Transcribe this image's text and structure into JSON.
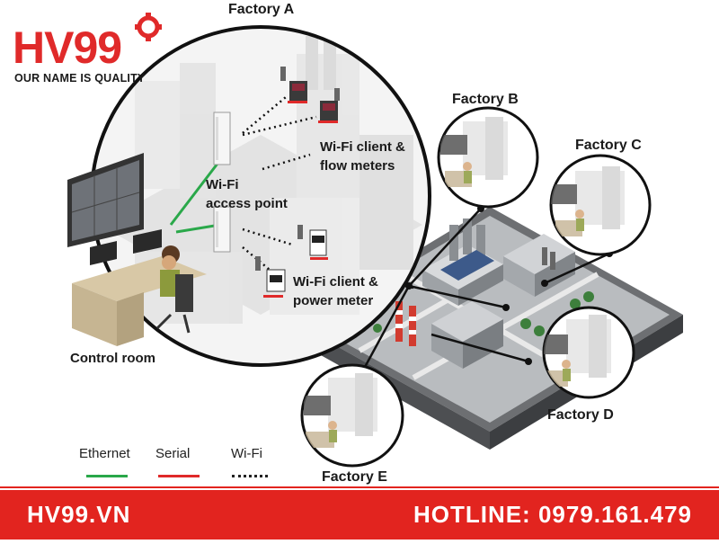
{
  "brand": {
    "logo_text": "HV99",
    "slogan": "OUR NAME IS QUALITY",
    "color": "#e02a2a"
  },
  "labels": {
    "factory_a": "Factory A",
    "factory_b": "Factory B",
    "factory_c": "Factory C",
    "factory_d": "Factory D",
    "factory_e": "Factory E",
    "flow_meters": [
      "Wi-Fi client &",
      "flow meters"
    ],
    "access_point": [
      "Wi-Fi",
      "access point"
    ],
    "power_meter": [
      "Wi-Fi client &",
      "power meter"
    ],
    "control_room": "Control room"
  },
  "legend": {
    "ethernet": {
      "label": "Ethernet",
      "color": "#2aa84a"
    },
    "serial": {
      "label": "Serial",
      "color": "#e02a2a"
    },
    "wifi": {
      "label": "Wi-Fi",
      "color": "#222222"
    }
  },
  "footer": {
    "site": "HV99.VN",
    "hotline": "HOTLINE: 0979.161.479",
    "background": "#e2241f"
  },
  "icons": [
    "gear-icon",
    "access-point-icon",
    "flow-meter-icon",
    "power-meter-icon",
    "monitor-wall-icon",
    "operator-icon"
  ]
}
